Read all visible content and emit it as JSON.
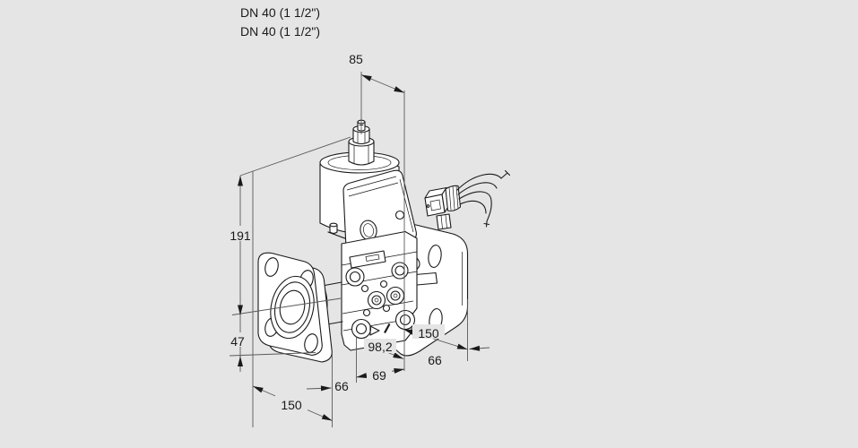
{
  "labels": {
    "connection_top": "DN 40 (1 1/2\")",
    "connection_bottom": "DN 40 (1 1/2\")"
  },
  "dimensions": {
    "top_depth": "85",
    "overall_height": "191",
    "center_to_base": "47",
    "left_flange_width": "150",
    "left_face_offset": "66",
    "body_width": "69",
    "overall_length": "98,2",
    "right_flange_width": "150",
    "right_face_offset": "66"
  },
  "colors": {
    "background": "#e5e5e5",
    "drawing_line": "#1a1a1a",
    "dimension_line": "#5a5a5a",
    "text": "#1a1a1a"
  }
}
